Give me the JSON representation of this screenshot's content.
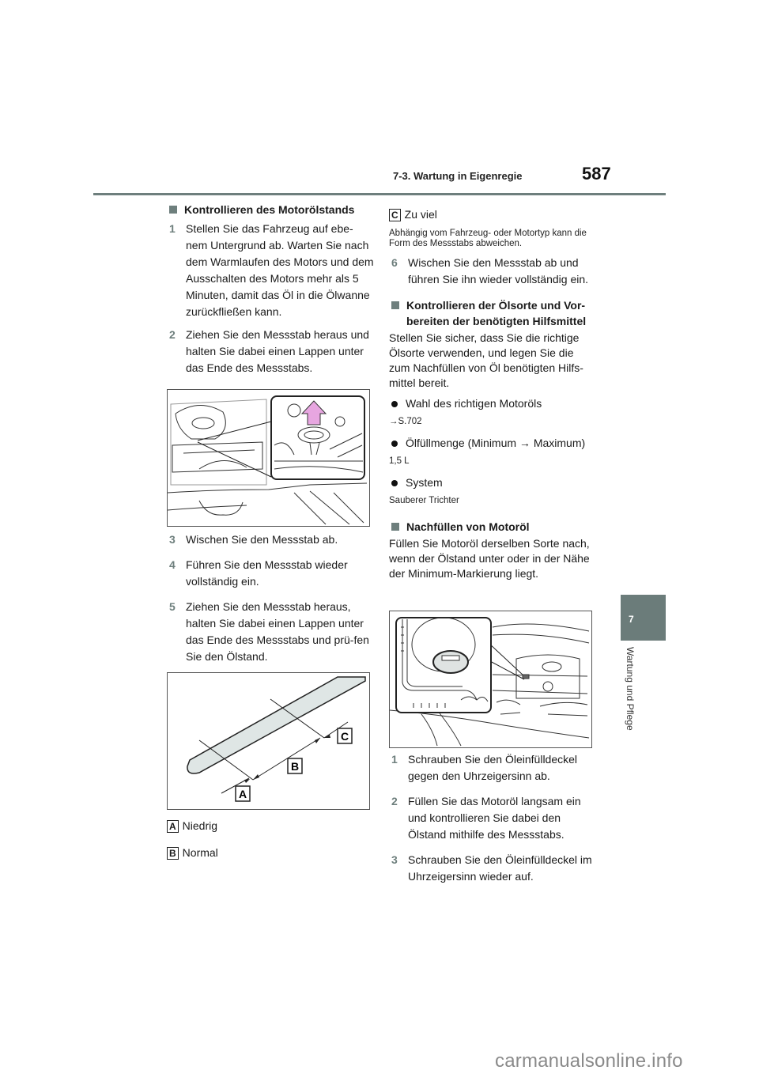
{
  "header": {
    "section": "7-3. Wartung in Eigenregie",
    "page_number": "587"
  },
  "side_tab": {
    "chapter_number": "7",
    "chapter_label": "Wartung und Pflege"
  },
  "left_column": {
    "section_title": "Kontrollieren des Motorölstands",
    "steps_a": [
      {
        "num": "1",
        "text": "Stellen Sie das Fahrzeug auf ebe-nem Untergrund ab. Warten Sie nach dem Warmlaufen des Motors und dem Ausschalten des Motors mehr als 5 Minuten, damit das Öl in die Ölwanne zurückfließen kann."
      },
      {
        "num": "2",
        "text": "Ziehen Sie den Messstab heraus und halten Sie dabei einen Lappen unter das Ende des Messstabs."
      }
    ],
    "figure1": {
      "description": "Motorraum mit Vergrößerung des Messstabs, Pfeil nach oben"
    },
    "steps_b": [
      {
        "num": "3",
        "text": "Wischen Sie den Messstab ab."
      },
      {
        "num": "4",
        "text": "Führen Sie den Messstab wieder vollständig ein."
      },
      {
        "num": "5",
        "text": "Ziehen Sie den Messstab heraus, halten Sie dabei einen Lappen unter das Ende des Messstabs und prü-fen Sie den Ölstand."
      }
    ],
    "figure2": {
      "labels": {
        "a": "A",
        "b": "B",
        "c": "C"
      }
    },
    "legend": [
      {
        "key": "A",
        "text": "Niedrig"
      },
      {
        "key": "B",
        "text": "Normal"
      }
    ]
  },
  "right_column": {
    "legend_c": {
      "key": "C",
      "text": "Zu viel"
    },
    "note": "Abhängig vom Fahrzeug- oder Motortyp kann die Form des Messstabs abweichen.",
    "step6": {
      "num": "6",
      "text": "Wischen Sie den Messstab ab und führen Sie ihn wieder vollständig ein."
    },
    "section2_title": "Kontrollieren der Ölsorte und Vor-bereiten der benötigten Hilfsmittel",
    "section2_body": "Stellen Sie sicher, dass Sie die richtige Ölsorte verwenden, und legen Sie die zum Nachfüllen von Öl benötigten Hilfs-mittel bereit.",
    "bullets": [
      {
        "label": "Wahl des richtigen Motoröls",
        "detail": "→S.702"
      },
      {
        "label": "Ölfüllmenge (Minimum → Maximum)",
        "detail": "1,5 L"
      },
      {
        "label": "System",
        "detail": "Sauberer Trichter"
      }
    ],
    "section3_title": "Nachfüllen von Motoröl",
    "section3_body": "Füllen Sie Motoröl derselben Sorte nach, wenn der Ölstand unter oder in der Nähe der Minimum-Markierung liegt.",
    "figure3": {
      "description": "Öleinfülldeckel am Motor"
    },
    "steps": [
      {
        "num": "1",
        "text": "Schrauben Sie den Öleinfülldeckel gegen den Uhrzeigersinn ab."
      },
      {
        "num": "2",
        "text": "Füllen Sie das Motoröl langsam ein und kontrollieren Sie dabei den Ölstand mithilfe des Messstabs."
      },
      {
        "num": "3",
        "text": "Schrauben Sie den Öleinfülldeckel im Uhrzeigersinn wieder auf."
      }
    ]
  },
  "watermark": "carmanualsonline.info"
}
